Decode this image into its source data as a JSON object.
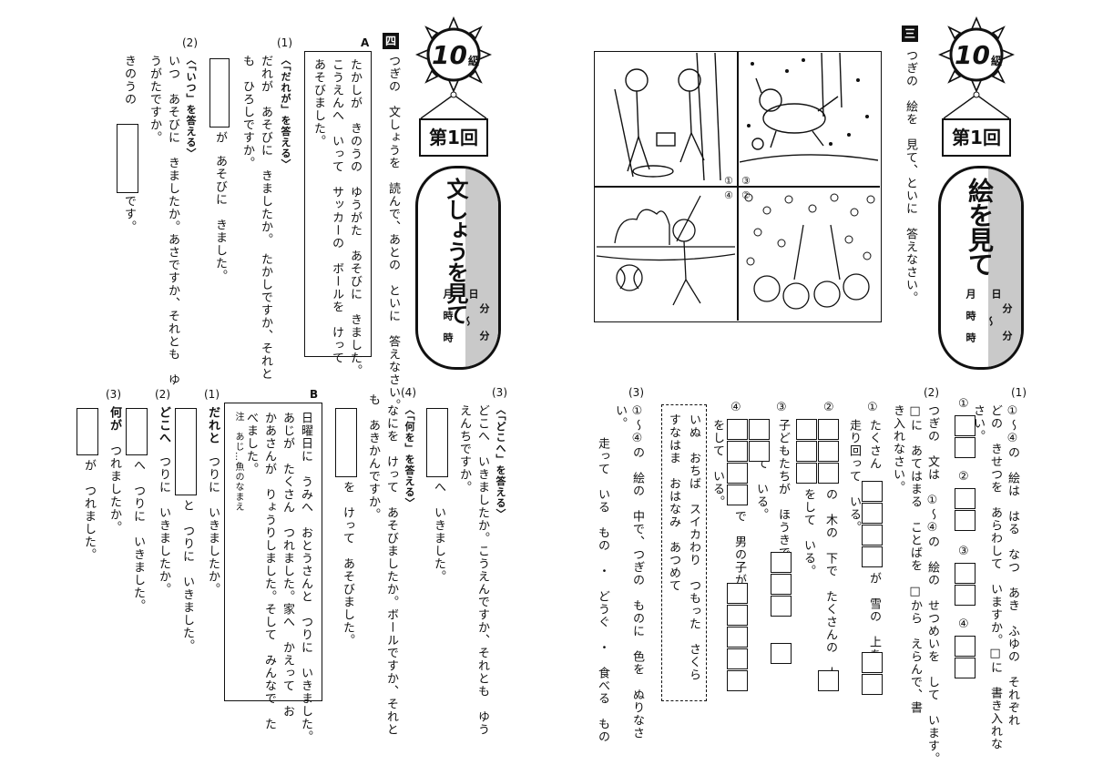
{
  "left_page": {
    "grade": "10",
    "grade_unit": "級",
    "round_label": "第1回",
    "title": "文しょうを見て",
    "date_labels": [
      "月",
      "日",
      "時",
      "分",
      "時",
      "分"
    ],
    "date_tilde": "～",
    "section_mark": "四",
    "section_a": "A",
    "section_b": "B",
    "instruction": "つぎの　文しょうを　読んで、あとの　といに　答えなさい。",
    "passage_a": [
      "たかしが　きのうの　ゆうがた　あそびに　きました。",
      "こうえんへ　いって　サッカーの　ボールを　けって",
      "あそびました。"
    ],
    "q1": {
      "num": "(1)",
      "prompt": "〈「だれが」を答える〉",
      "lines": [
        "だれが　あそびに　きましたか。　たかしですか、それと",
        "も　ひろしですか。"
      ],
      "answer_tail": [
        "が",
        "あそびに　きました。"
      ]
    },
    "q2": {
      "num": "(2)",
      "prompt": "〈「いつ」を答える〉",
      "lines": [
        "いつ　あそびに　きましたか。あさですか、それとも　ゆ",
        "うがたですか。"
      ],
      "answer_head": "きのうの",
      "answer_tail": "です。"
    },
    "q3": {
      "num": "(3)",
      "prompt": "〈「どこへ」を答える〉",
      "lines": [
        "どこへ　いきましたか。こうえんですか、それとも　ゆう",
        "えんちですか。"
      ],
      "answer_tail": "へ　いきました。"
    },
    "q4": {
      "num": "(4)",
      "prompt": "〈「何を」を答える〉",
      "lines": [
        "なにを　けって　あそびましたか。ボールですか、それと",
        "も　あきかんですか。"
      ],
      "answer_tail": "を　けって　あそびました。"
    },
    "passage_b": [
      "日曜日に　うみへ　おとうさんと　つりに　いきました。",
      "あじが　たくさん　つれました。家へ　かえって　お",
      "かあさんが　りょうりしました。そして　みんなで　た",
      "べました。"
    ],
    "passage_b_note": "注　あじ…魚のなまえ",
    "b1": {
      "num": "(1)",
      "lead": "だれと",
      "text": "つりに　いきましたか。",
      "answer_mid": "と　つりに　いきました。"
    },
    "b2": {
      "num": "(2)",
      "lead": "どこへ",
      "text": "つりに　いきましたか。",
      "answer_tail": "へ　つりに　いきました。"
    },
    "b3": {
      "num": "(3)",
      "lead": "何が",
      "text": "つれましたか。",
      "answer_tail": "が　つれました。"
    }
  },
  "right_page": {
    "grade": "10",
    "grade_unit": "級",
    "round_label": "第1回",
    "title": "絵を見て",
    "date_labels": [
      "月",
      "日",
      "時",
      "分",
      "時",
      "分"
    ],
    "date_tilde": "～",
    "section_mark": "三",
    "instruction": "つぎの　絵を　見て、といに　答えなさい。",
    "picture_numbers": [
      "①",
      "②",
      "③",
      "④"
    ],
    "q1": {
      "num": "(1)",
      "lines": [
        "①～④の　絵は　はる　なつ　あき　ふゆの　それぞれ",
        "どの　きせつを　あらわして　いますか。□に　書き入れな",
        "さい。"
      ],
      "labels": [
        "①",
        "②",
        "③",
        "④"
      ]
    },
    "q2": {
      "num": "(2)",
      "lines": [
        "つぎの　文は　①～④の　絵の　せつめいを　して　います。",
        "□に　あてはまる　ことばを　□から　えらんで、書",
        "き入れなさい。"
      ],
      "items": [
        {
          "num": "①",
          "text": "たくさん",
          "mid": "が　雪の　上を",
          "tail": "走り回って　いる。"
        },
        {
          "num": "②",
          "mid": "の　木の　下で　たくさんの　人が",
          "tail": "をして　いる。"
        },
        {
          "num": "③",
          "text": "子どもたちが　ほうきで",
          "tail": "を　して　いる。"
        },
        {
          "num": "④",
          "mid": "で　男の子が",
          "tail": "をして　いる。"
        }
      ],
      "word_bank": [
        "いぬ　おちば　スイカわり　つもった　さくら",
        "すなはま　おはなみ　あつめて"
      ]
    },
    "q3": {
      "num": "(3)",
      "lines": [
        "①～④の　絵の　中で、つぎの　ものに　色を　ぬりなさ",
        "い。",
        "走って　いる　もの　・　どうぐ　・　食べる　もの"
      ]
    }
  }
}
